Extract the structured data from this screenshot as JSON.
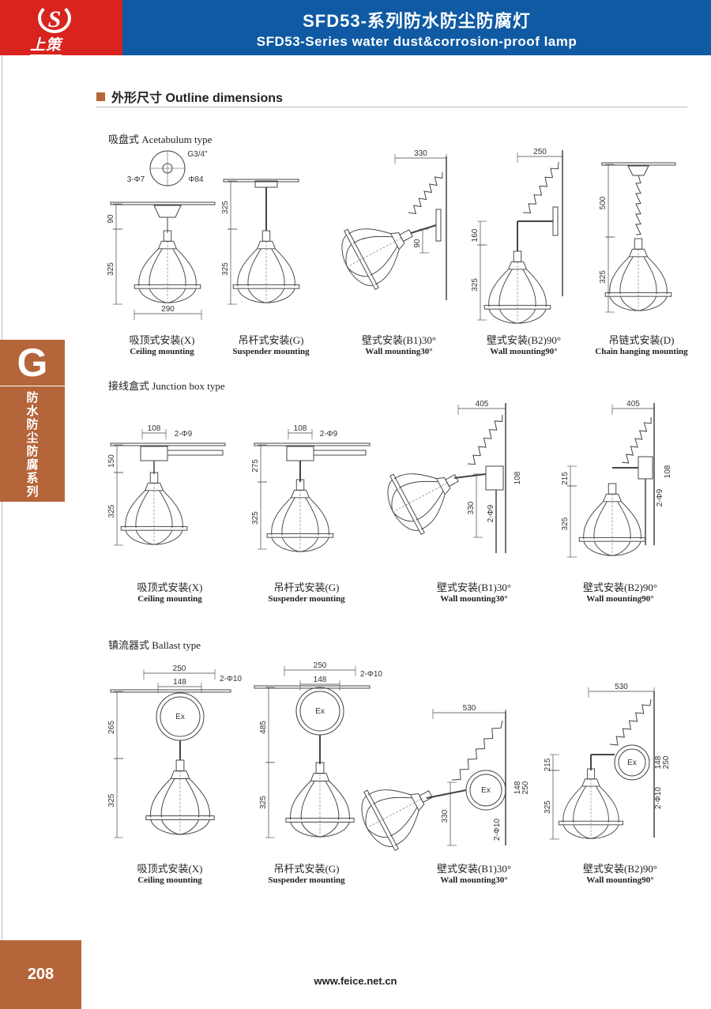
{
  "header": {
    "logo_text": "上策",
    "logo_letter": "S",
    "title_cn": "SFD53-系列防水防尘防腐灯",
    "title_en": "SFD53-Series water dust&corrosion-proof lamp"
  },
  "section": {
    "title": "外形尺寸 Outline dimensions"
  },
  "side_tab": {
    "letter": "G",
    "text": "防水防尘防腐系列"
  },
  "groups": [
    {
      "title": "吸盘式 Acetabulum type",
      "items": [
        {
          "cn": "吸顶式安装(X)",
          "en": "Ceiling mounting",
          "dims": [
            "G3/4\"",
            "3-Φ7",
            "Φ84",
            "90",
            "325",
            "290"
          ]
        },
        {
          "cn": "吊杆式安装(G)",
          "en": "Suspender mounting",
          "dims": [
            "325",
            "325"
          ]
        },
        {
          "cn": "壁式安装(B1)30°",
          "en": "Wall mounting30°",
          "dims": [
            "330",
            "90"
          ]
        },
        {
          "cn": "壁式安装(B2)90°",
          "en": "Wall mounting90°",
          "dims": [
            "250",
            "160",
            "325"
          ]
        },
        {
          "cn": "吊链式安装(D)",
          "en": "Chain hanging mounting",
          "dims": [
            "500",
            "325"
          ]
        }
      ]
    },
    {
      "title": "接线盒式 Junction box type",
      "items": [
        {
          "cn": "吸顶式安装(X)",
          "en": "Ceiling mounting",
          "dims": [
            "108",
            "2-Φ9",
            "150",
            "325"
          ]
        },
        {
          "cn": "吊杆式安装(G)",
          "en": "Suspender mounting",
          "dims": [
            "108",
            "2-Φ9",
            "275",
            "325"
          ]
        },
        {
          "cn": "壁式安装(B1)30°",
          "en": "Wall mounting30°",
          "dims": [
            "405",
            "108",
            "330",
            "2-Φ9"
          ]
        },
        {
          "cn": "壁式安装(B2)90°",
          "en": "Wall mounting90°",
          "dims": [
            "405",
            "215",
            "108",
            "325",
            "2-Φ9"
          ]
        }
      ]
    },
    {
      "title": "镇流器式 Ballast type",
      "items": [
        {
          "cn": "吸顶式安装(X)",
          "en": "Ceiling mounting",
          "dims": [
            "250",
            "148",
            "2-Φ10",
            "265",
            "325",
            "Ex"
          ]
        },
        {
          "cn": "吊杆式安装(G)",
          "en": "Suspender mounting",
          "dims": [
            "250",
            "148",
            "2-Φ10",
            "485",
            "325",
            "Ex"
          ]
        },
        {
          "cn": "壁式安装(B1)30°",
          "en": "Wall mounting30°",
          "dims": [
            "530",
            "148",
            "250",
            "330",
            "2-Φ10",
            "Ex"
          ]
        },
        {
          "cn": "壁式安装(B2)90°",
          "en": "Wall mounting90°",
          "dims": [
            "530",
            "148",
            "250",
            "215",
            "325",
            "2-Φ10",
            "Ex"
          ]
        }
      ]
    }
  ],
  "footer": {
    "page": "208",
    "url": "www.feice.net.cn"
  }
}
